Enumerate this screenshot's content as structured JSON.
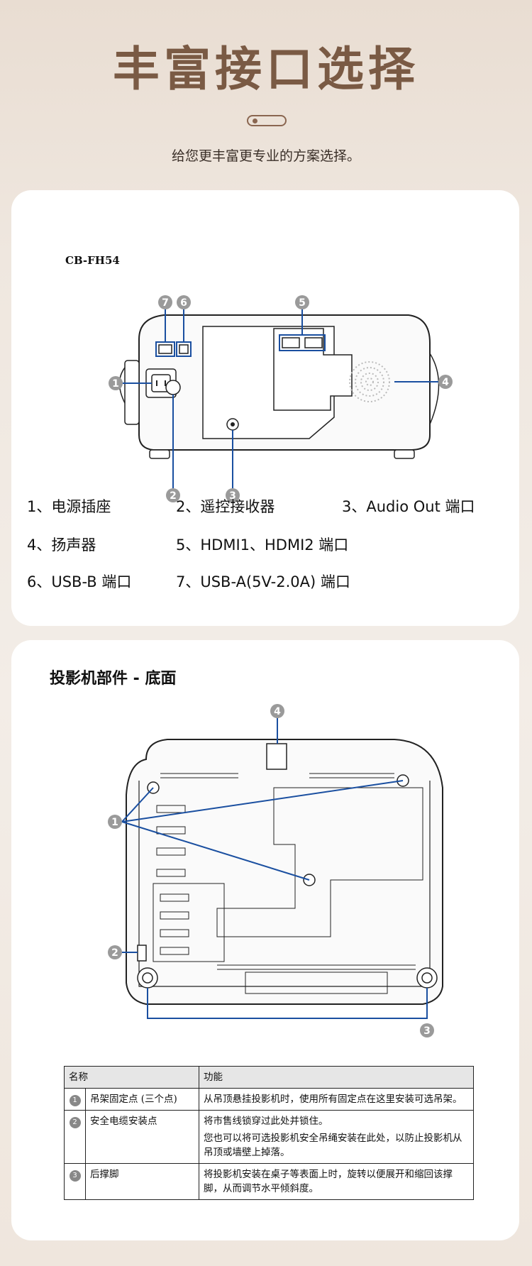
{
  "hero": {
    "title": "丰富接口选择",
    "subtitle": "给您更丰富更专业的方案选择。"
  },
  "rear_panel": {
    "model": "CB-FH54",
    "callouts": [
      "1",
      "2",
      "3",
      "4",
      "5",
      "6",
      "7"
    ],
    "legend": [
      "1、电源插座",
      "2、遥控接收器",
      "3、Audio Out 端口",
      "4、扬声器",
      "5、HDMI1、HDMI2 端口",
      "6、USB-B 端口",
      "7、USB-A(5V-2.0A) 端口"
    ]
  },
  "bottom_panel": {
    "title": "投影机部件 - 底面",
    "callouts": [
      "1",
      "2",
      "3",
      "4"
    ],
    "table": {
      "header_name": "名称",
      "header_function": "功能",
      "rows": [
        {
          "num": "1",
          "name": "吊架固定点 (三个点)",
          "function": [
            "从吊顶悬挂投影机时，使用所有固定点在这里安装可选吊架。"
          ]
        },
        {
          "num": "2",
          "name": "安全电缆安装点",
          "function": [
            "将市售线锁穿过此处并锁住。",
            "您也可以将可选投影机安全吊绳安装在此处，以防止投影机从吊顶或墙壁上掉落。"
          ]
        },
        {
          "num": "3",
          "name": "后撑脚",
          "function": [
            "将投影机安装在桌子等表面上时，旋转以便展开和缩回该撑脚，从而调节水平倾斜度。"
          ]
        }
      ]
    }
  },
  "colors": {
    "title_brown": "#7a5a44",
    "callout_blue": "#1a4fa0",
    "callout_gray": "#9a9a9a"
  }
}
